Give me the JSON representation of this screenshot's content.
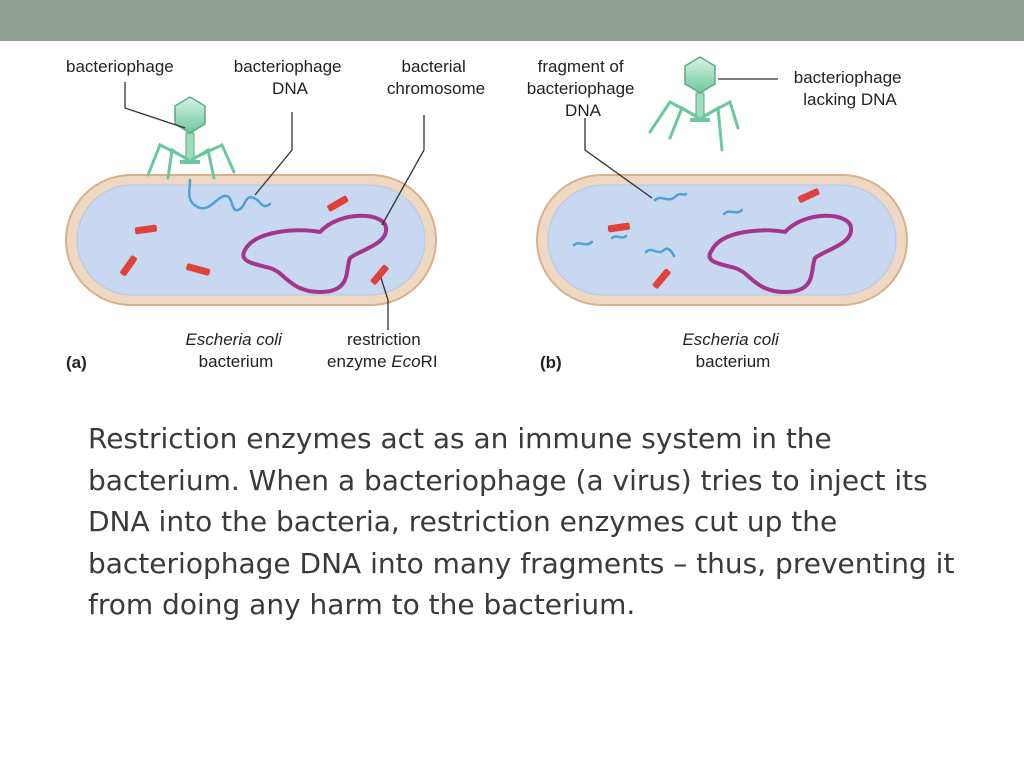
{
  "diagram": {
    "panel_a": {
      "letter": "(a)",
      "bacteriophage_label": "bacteriophage",
      "phage_dna_label": [
        "bacteriophage",
        "DNA"
      ],
      "chromosome_label": [
        "bacterial",
        "chromosome"
      ],
      "species_label": [
        "Escheria coli",
        "bacterium"
      ],
      "enzyme_label": [
        "restriction",
        "enzyme ",
        "Eco",
        "RI"
      ]
    },
    "panel_b": {
      "letter": "(b)",
      "fragment_label": [
        "fragment of",
        "bacteriophage",
        "DNA"
      ],
      "empty_phage_label": [
        "bacteriophage",
        "lacking DNA"
      ],
      "species_label": [
        "Escheria coli",
        "bacterium"
      ]
    },
    "colors": {
      "cell_fill": "#c7d8f0",
      "cell_wall": "#e8c9a8",
      "chromosome": "#a3358e",
      "enzyme": "#e0413a",
      "phage_dna": "#5aa8d6",
      "phage": "#8fd4b3",
      "header_bar": "#8d9f93"
    }
  },
  "caption": "Restriction enzymes act as an immune system in the bacterium. When a bacteriophage (a virus) tries to inject its DNA into the bacteria, restriction enzymes cut up the bacteriophage DNA into many fragments – thus, preventing it from doing any harm to the bacterium."
}
